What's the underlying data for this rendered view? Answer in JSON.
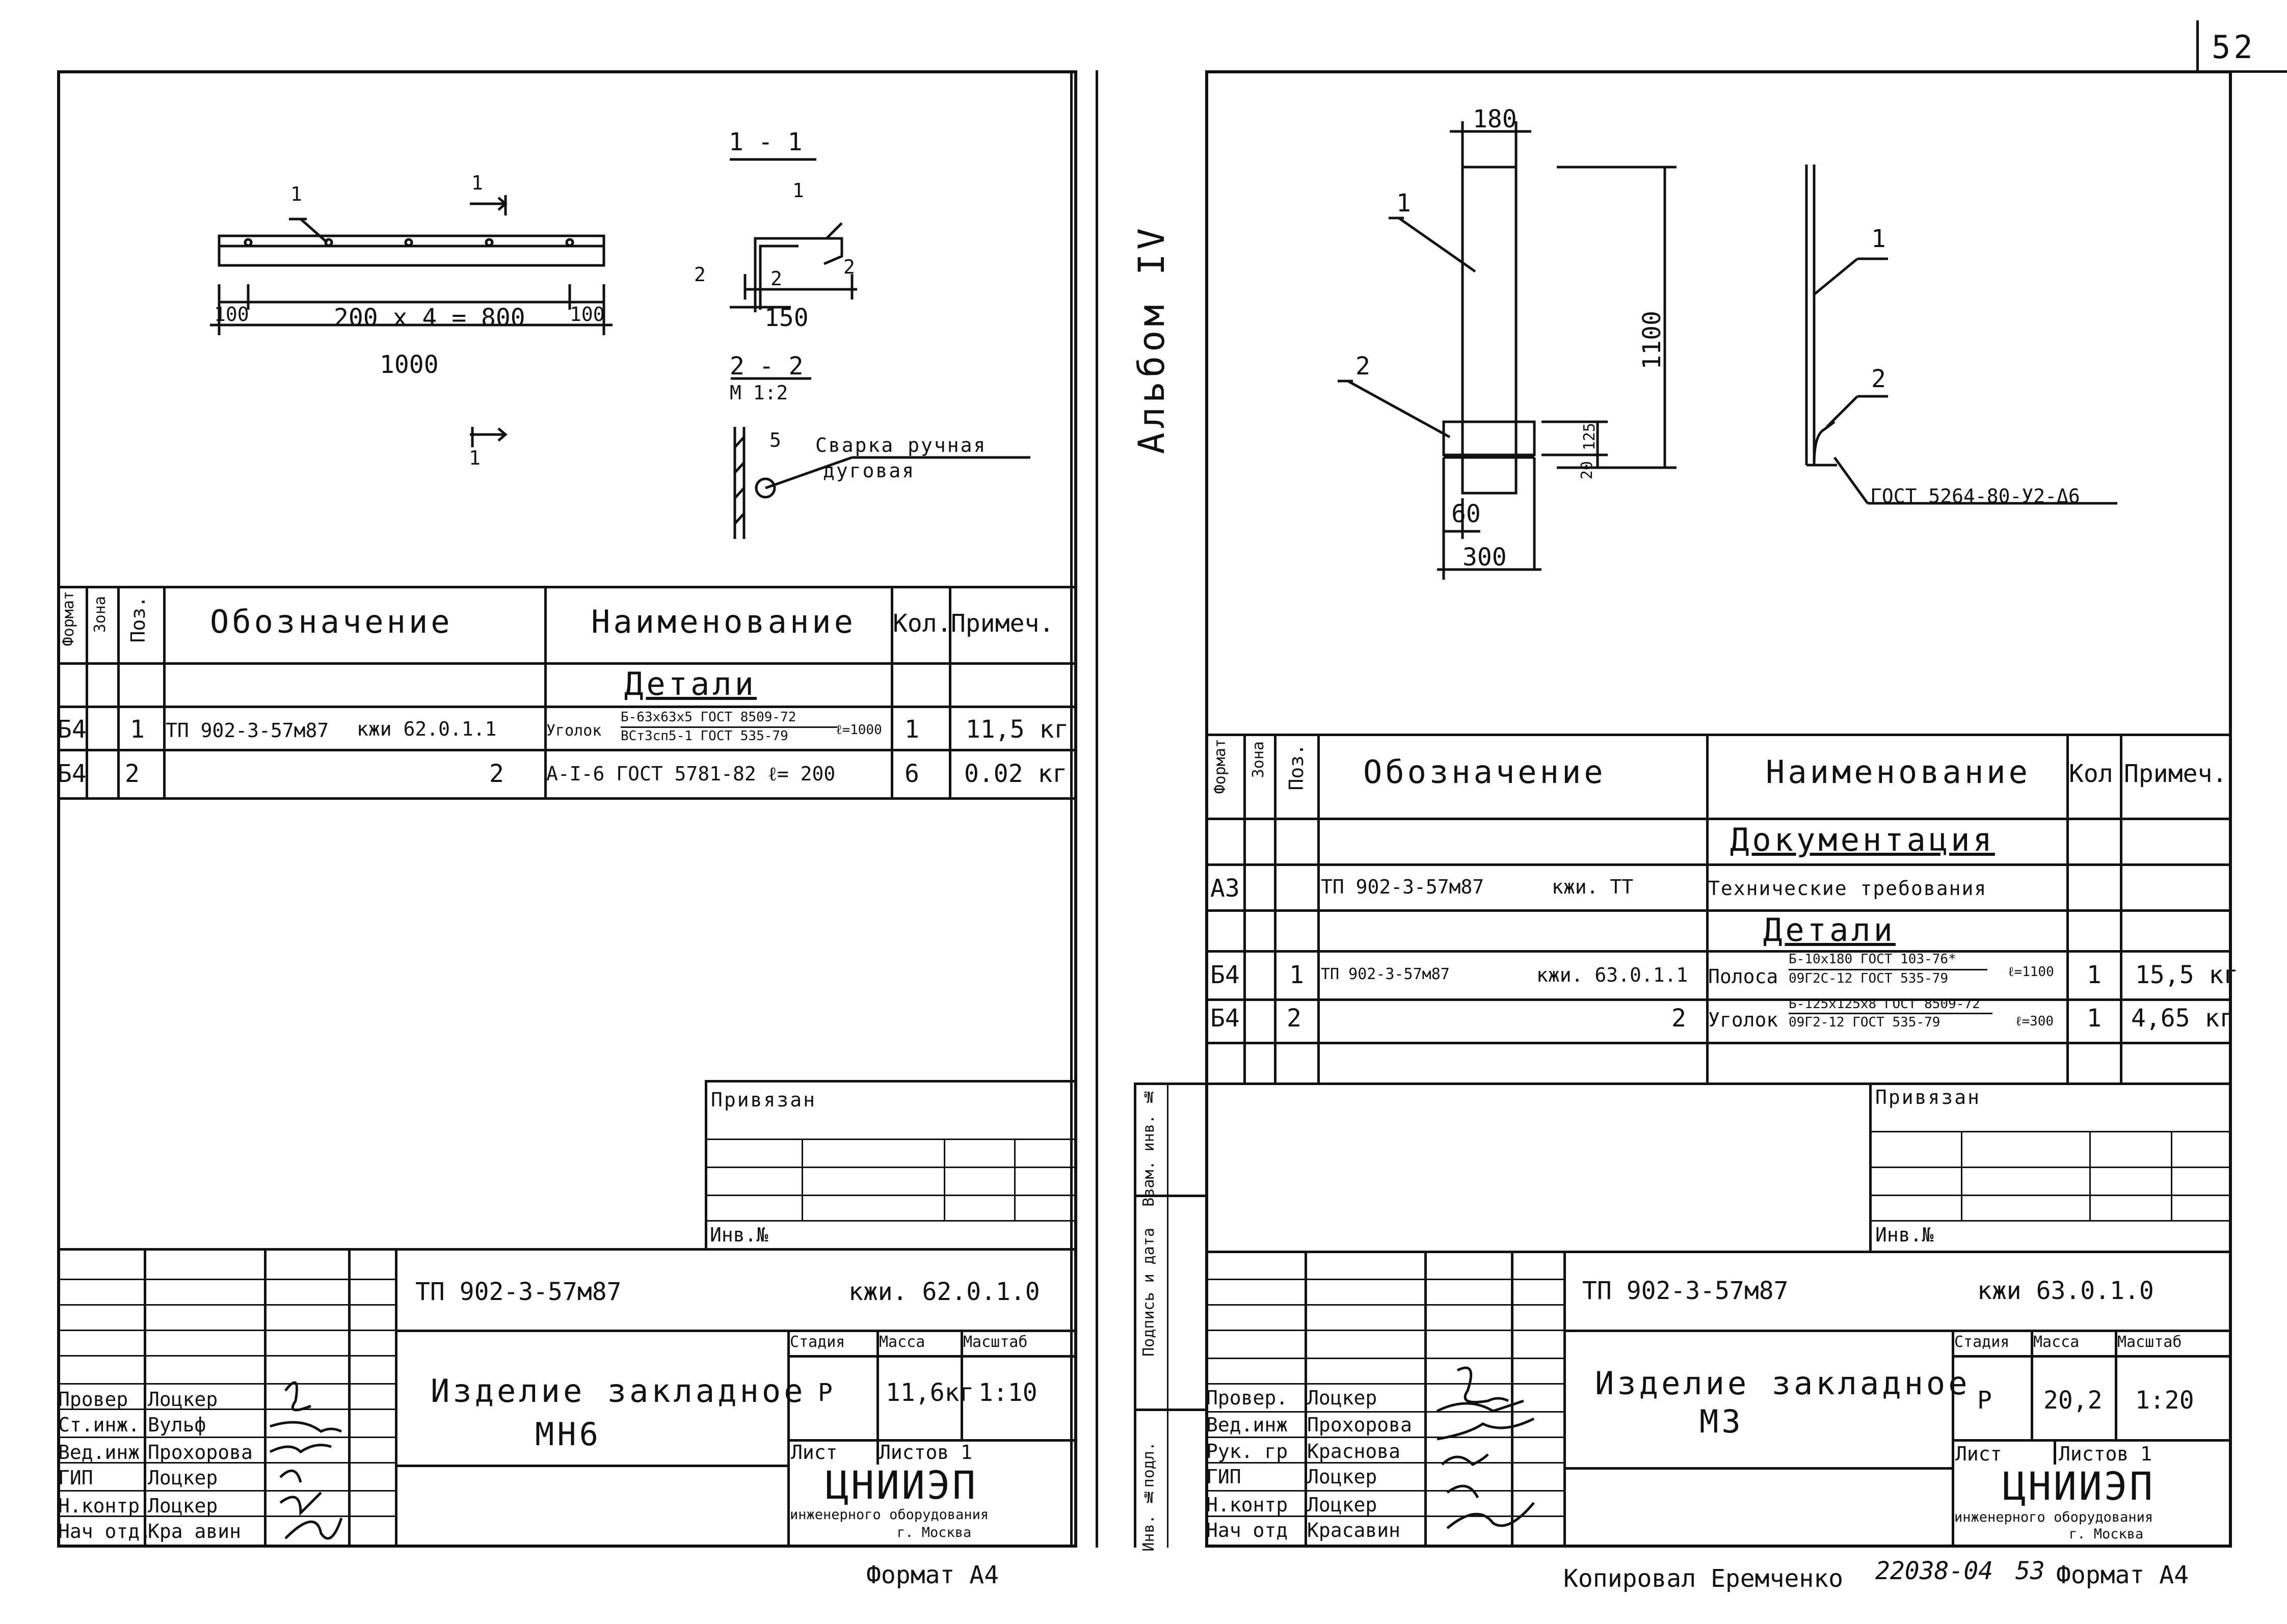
{
  "page_number": "52",
  "album_label": "Альбом IV",
  "left_sheet": {
    "drawing": {
      "section_1_1": "1 - 1",
      "section_2_2": "2 - 2",
      "section_2_2_scale": "М 1:2",
      "dim_100_left": "100",
      "dim_200x4": "200 x 4 = 800",
      "dim_100_right": "100",
      "dim_1000": "1000",
      "dim_150": "150",
      "dim_5": "5",
      "pos_1": "1",
      "pos_2": "2",
      "cut_marker_top": "1",
      "cut_marker_bottom": "1",
      "mark_2T": "2",
      "mark_T2": "2",
      "weld_note_line1": "Сварка ручная",
      "weld_note_line2": "дуговая"
    },
    "spec": {
      "headers": {
        "format": "Формат",
        "zone": "Зона",
        "pos": "Поз.",
        "designation": "Обозначение",
        "name": "Наименование",
        "qty": "Кол.",
        "note": "Примеч."
      },
      "section_title": "Детали",
      "rows": [
        {
          "format": "Б4",
          "pos": "1",
          "designation_doc": "ТП 902-3-57м87",
          "designation_code": "кжи 62.0.1.1",
          "name_prefix": "Уголок",
          "name_top": "Б-63x63x5 ГОСТ 8509-72",
          "name_bottom": "ВСт3сп5-1 ГОСТ 535-79",
          "name_suffix": "ℓ=1000",
          "qty": "1",
          "note": "11,5 кг"
        },
        {
          "format": "Б4",
          "pos": "2",
          "designation_doc": "",
          "designation_code": "2",
          "name_prefix": "А-I-6 ГОСТ 5781-82  ℓ= 200",
          "name_top": "",
          "name_bottom": "",
          "name_suffix": "",
          "qty": "6",
          "note": "0.02 кг"
        }
      ]
    },
    "privyazan": "Привязан",
    "inv_no": "Инв.№",
    "title_block": {
      "doc_number": "ТП 902-3-57м87",
      "doc_code": "кжи. 62.0.1.0",
      "product_line1": "Изделие закладное",
      "product_line2": "МН6",
      "stage_label": "Стадия",
      "mass_label": "Масса",
      "scale_label": "Масштаб",
      "stage": "Р",
      "mass": "11,6кг",
      "scale": "1:10",
      "sheet_label": "Лист",
      "sheets_label": "Листов 1",
      "org_name": "ЦНИИЭП",
      "org_line2": "инженерного оборудования",
      "org_line3": "г. Москва",
      "roles": [
        "Провер",
        "Ст.инж.",
        "Вед.инж",
        "ГИП",
        "Н.контр",
        "Нач отд."
      ],
      "names": [
        "Лоцкер",
        "Вульф",
        "Прохорова",
        "Лоцкер",
        "Лоцкер",
        "Кра авин"
      ]
    },
    "format_note": "Формат А4"
  },
  "right_sheet": {
    "drawing": {
      "dim_180": "180",
      "dim_1100": "1100",
      "dim_125": "125",
      "dim_20": "20",
      "dim_60": "60",
      "dim_300": "300",
      "pos_1": "1",
      "pos_2": "2",
      "side_pos_1": "1",
      "side_pos_2": "2",
      "weld_note": "ГОСТ 5264-80-У2-Δ6"
    },
    "spec": {
      "headers": {
        "format": "Формат",
        "zone": "Зона",
        "pos": "Поз.",
        "designation": "Обозначение",
        "name": "Наименование",
        "qty": "Кол",
        "note": "Примеч."
      },
      "doc_section_title": "Документация",
      "details_section_title": "Детали",
      "doc_row": {
        "format": "А3",
        "designation_doc": "ТП 902-3-57м87",
        "designation_code": "кжи. ТТ",
        "name": "Технические требования"
      },
      "rows": [
        {
          "format": "Б4",
          "pos": "1",
          "designation_doc": "ТП 902-3-57м87",
          "designation_code": "кжи. 63.0.1.1",
          "name_prefix": "Полоса",
          "name_top": "Б-10x180 ГОСТ 103-76*",
          "name_bottom": "09Г2С-12 ГОСТ 535-79",
          "name_suffix": "ℓ=1100",
          "qty": "1",
          "note": "15,5 кг"
        },
        {
          "format": "Б4",
          "pos": "2",
          "designation_doc": "",
          "designation_code": "2",
          "name_prefix": "Уголок",
          "name_top": "Б-125x125x8 ГОСТ 8509-72",
          "name_bottom": "09Г2-12 ГОСТ 535-79",
          "name_suffix": "ℓ=300",
          "qty": "1",
          "note": "4,65 кг"
        }
      ]
    },
    "side_stamp": {
      "inv_podl": "Инв. №подл.",
      "sign_date": "Подпись и дата",
      "vzam_inv": "Взам. инв. №"
    },
    "privyazan": "Привязан",
    "inv_no": "Инв.№",
    "title_block": {
      "doc_number": "ТП 902-3-57м87",
      "doc_code": "кжи 63.0.1.0",
      "product_line1": "Изделие закладное",
      "product_line2": "М3",
      "stage_label": "Стадия",
      "mass_label": "Масса",
      "scale_label": "Масштаб",
      "stage": "Р",
      "mass": "20,2",
      "scale": "1:20",
      "sheet_label": "Лист",
      "sheets_label": "Листов 1",
      "org_name": "ЦНИИЭП",
      "org_line2": "инженерного оборудования",
      "org_line3": "г. Москва",
      "roles": [
        "Провер.",
        "Вед.инж",
        "Рук. гр",
        "ГИП",
        "Н.контр",
        "Нач отд"
      ],
      "names": [
        "Лоцкер",
        "Прохорова",
        "Краснова",
        "Лоцкер",
        "Лоцкер",
        "Красавин"
      ]
    },
    "copied_by": "Копировал Еремченко",
    "order_no": "22038-04",
    "order_sheet": "53",
    "format_note": "Формат А4"
  }
}
